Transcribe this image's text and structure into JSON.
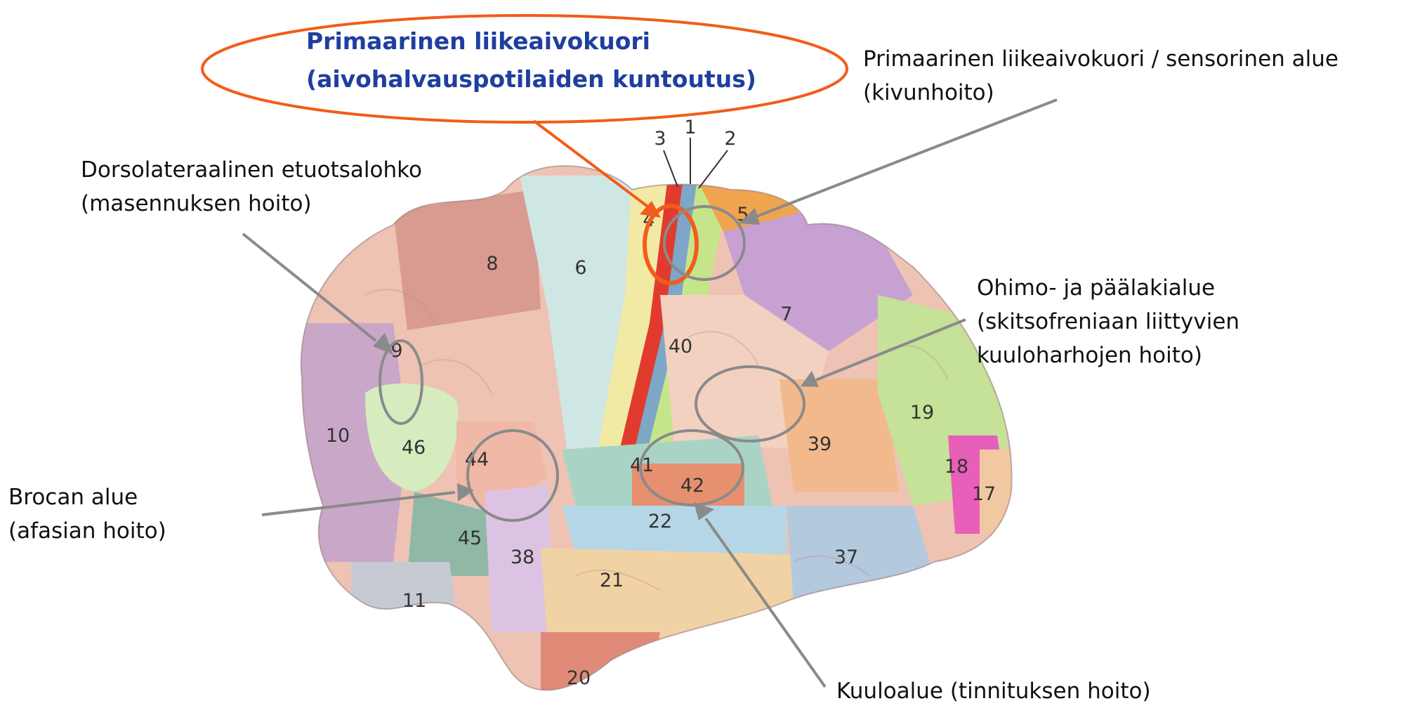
{
  "annotations": {
    "motor_highlight": {
      "line1": "Primaarinen liikeaivokuori",
      "line2": "(aivohalvauspotilaiden kuntoutus)"
    },
    "motor_sensory": {
      "line1": "Primaarinen liikeaivokuori / sensorinen alue",
      "line2": "(kivunhoito)"
    },
    "dorsolateral": {
      "line1": "Dorsolateraalinen etuotsalohko",
      "line2": "(masennuksen hoito)"
    },
    "temporoparietal": {
      "line1": "Ohimo- ja päälakialue",
      "line2": "(skitsofreniaan liittyvien",
      "line3": "kuuloharhojen hoito)"
    },
    "broca": {
      "line1": "Brocan alue",
      "line2": "(afasian hoito)"
    },
    "auditory": {
      "line1": "Kuuloalue (tinnituksen hoito)"
    }
  },
  "areas": [
    "1",
    "2",
    "3",
    "4",
    "5",
    "6",
    "7",
    "8",
    "9",
    "10",
    "11",
    "17",
    "18",
    "19",
    "20",
    "21",
    "22",
    "37",
    "38",
    "39",
    "40",
    "41",
    "42",
    "44",
    "45",
    "46"
  ],
  "colors": {
    "highlight_orange": "#f25c1a",
    "pointer_gray": "#8a8a8a",
    "highlight_text_blue": "#1f3f9d"
  }
}
